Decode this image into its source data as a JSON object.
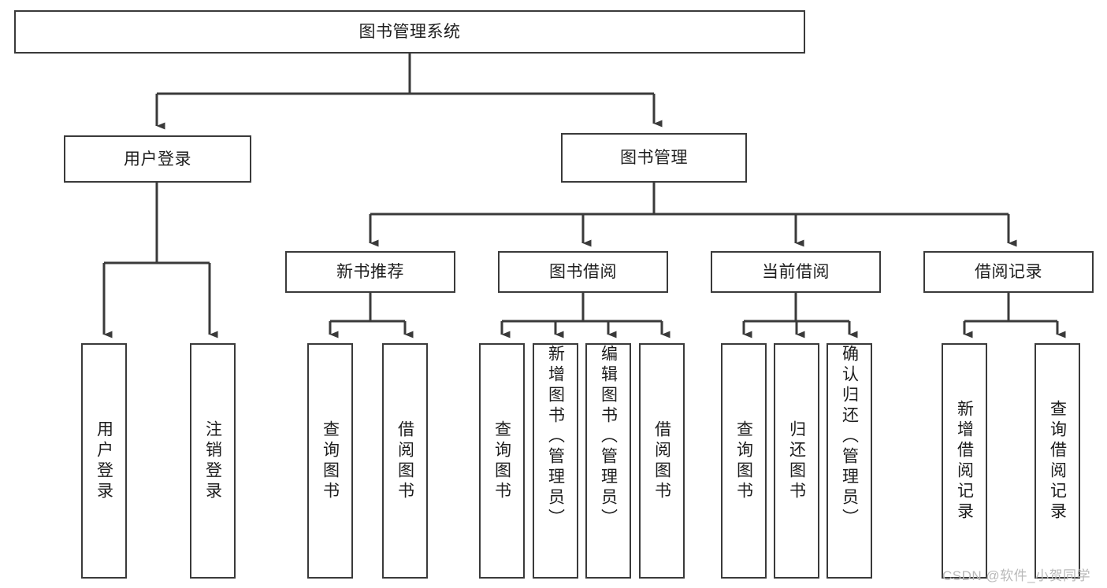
{
  "diagram": {
    "title": "图书管理系统",
    "type": "hierarchy-tree",
    "watermark": "CSDN @软件_小贺同学",
    "colors": {
      "box_border": "#3a3a3a",
      "connector": "#3a3a3a",
      "text": "#1d1d1d",
      "background": "#ffffff",
      "watermark": "#b9b9b9"
    },
    "nodes": {
      "root": {
        "label": "图书管理系统"
      },
      "level2": [
        {
          "label": "用户登录"
        },
        {
          "label": "图书管理"
        }
      ],
      "level3": [
        {
          "label": "新书推荐"
        },
        {
          "label": "图书借阅"
        },
        {
          "label": "当前借阅"
        },
        {
          "label": "借阅记录"
        }
      ],
      "leaves": {
        "user_login": [
          {
            "label": "用户登录"
          },
          {
            "label": "注销登录"
          }
        ],
        "new_book": [
          {
            "label": "查询图书"
          },
          {
            "label": "借阅图书"
          }
        ],
        "book_borrow": [
          {
            "label": "查询图书"
          },
          {
            "label": "新增图书（管理员）"
          },
          {
            "label": "编辑图书（管理员）"
          },
          {
            "label": "借阅图书"
          }
        ],
        "current_borrow": [
          {
            "label": "查询图书"
          },
          {
            "label": "归还图书"
          },
          {
            "label": "确认归还（管理员）"
          }
        ],
        "borrow_record": [
          {
            "label": "新增借阅记录"
          },
          {
            "label": "查询借阅记录"
          }
        ]
      }
    }
  }
}
